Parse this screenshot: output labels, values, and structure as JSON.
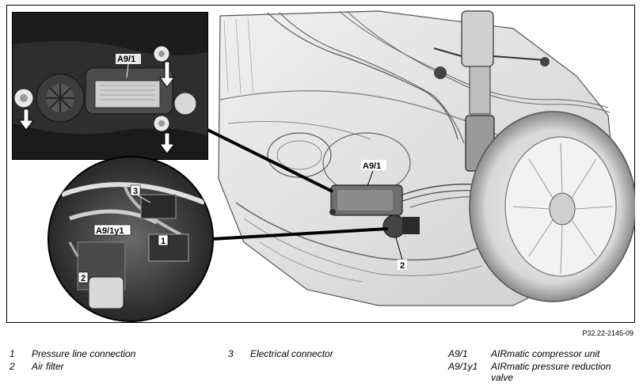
{
  "callouts": {
    "a91_inset": "A9/1",
    "a91_main": "A9/1",
    "a91y1": "A9/1y1",
    "n1": "1",
    "n2_inset": "2",
    "n2_main": "2",
    "n3": "3"
  },
  "reference": "P32.22-2145-09",
  "legend": [
    {
      "key": "1",
      "text": "Pressure line connection"
    },
    {
      "key": "2",
      "text": "Air filter"
    },
    {
      "key": "3",
      "text": "Electrical connector"
    },
    {
      "key": "A9/1",
      "text": "AIRmatic compressor unit"
    },
    {
      "key": "A9/1y1",
      "text": "AIRmatic pressure reduction valve"
    }
  ]
}
